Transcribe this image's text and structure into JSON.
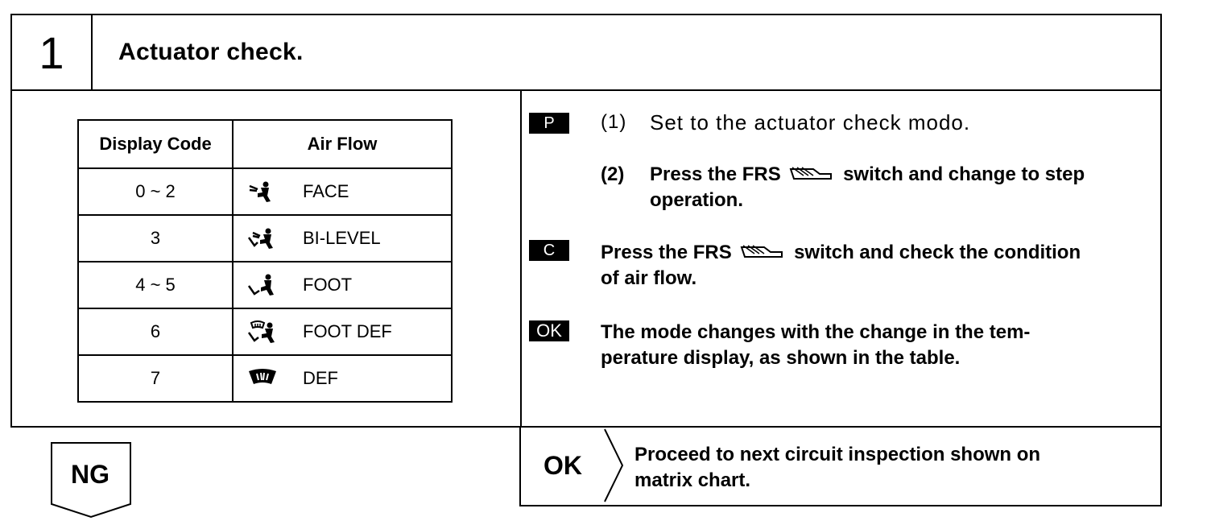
{
  "header": {
    "step_number": "1",
    "title": "Actuator check."
  },
  "table": {
    "headers": [
      "Display Code",
      "Air Flow"
    ],
    "rows": [
      {
        "code": "0 ~ 2",
        "icon": "face-vent-icon",
        "mode": "FACE"
      },
      {
        "code": "3",
        "icon": "bi-level-vent-icon",
        "mode": "BI-LEVEL"
      },
      {
        "code": "4 ~ 5",
        "icon": "foot-vent-icon",
        "mode": "FOOT"
      },
      {
        "code": "6",
        "icon": "foot-def-vent-icon",
        "mode": "FOOT DEF"
      },
      {
        "code": "7",
        "icon": "defrost-icon",
        "mode": "DEF"
      }
    ]
  },
  "procedure": {
    "p_tag": "P",
    "step1_num": "(1)",
    "step1_text": "Set to the actuator check modo.",
    "step2_num": "(2)",
    "step2_pre": "Press the FRS",
    "step2_post": "switch and change to step",
    "step2_line2": "operation.",
    "c_tag": "C",
    "check_pre": "Press the FRS",
    "check_post": "switch and check the condition",
    "check_line2": "of air flow.",
    "ok_tag": "OK",
    "ok_line1": "The mode changes with the change in the tem-",
    "ok_line2": "perature display, as shown in the table."
  },
  "result": {
    "ok_label": "OK",
    "ok_line1": "Proceed to next circuit inspection shown on",
    "ok_line2": "matrix chart.",
    "ng_label": "NG"
  }
}
